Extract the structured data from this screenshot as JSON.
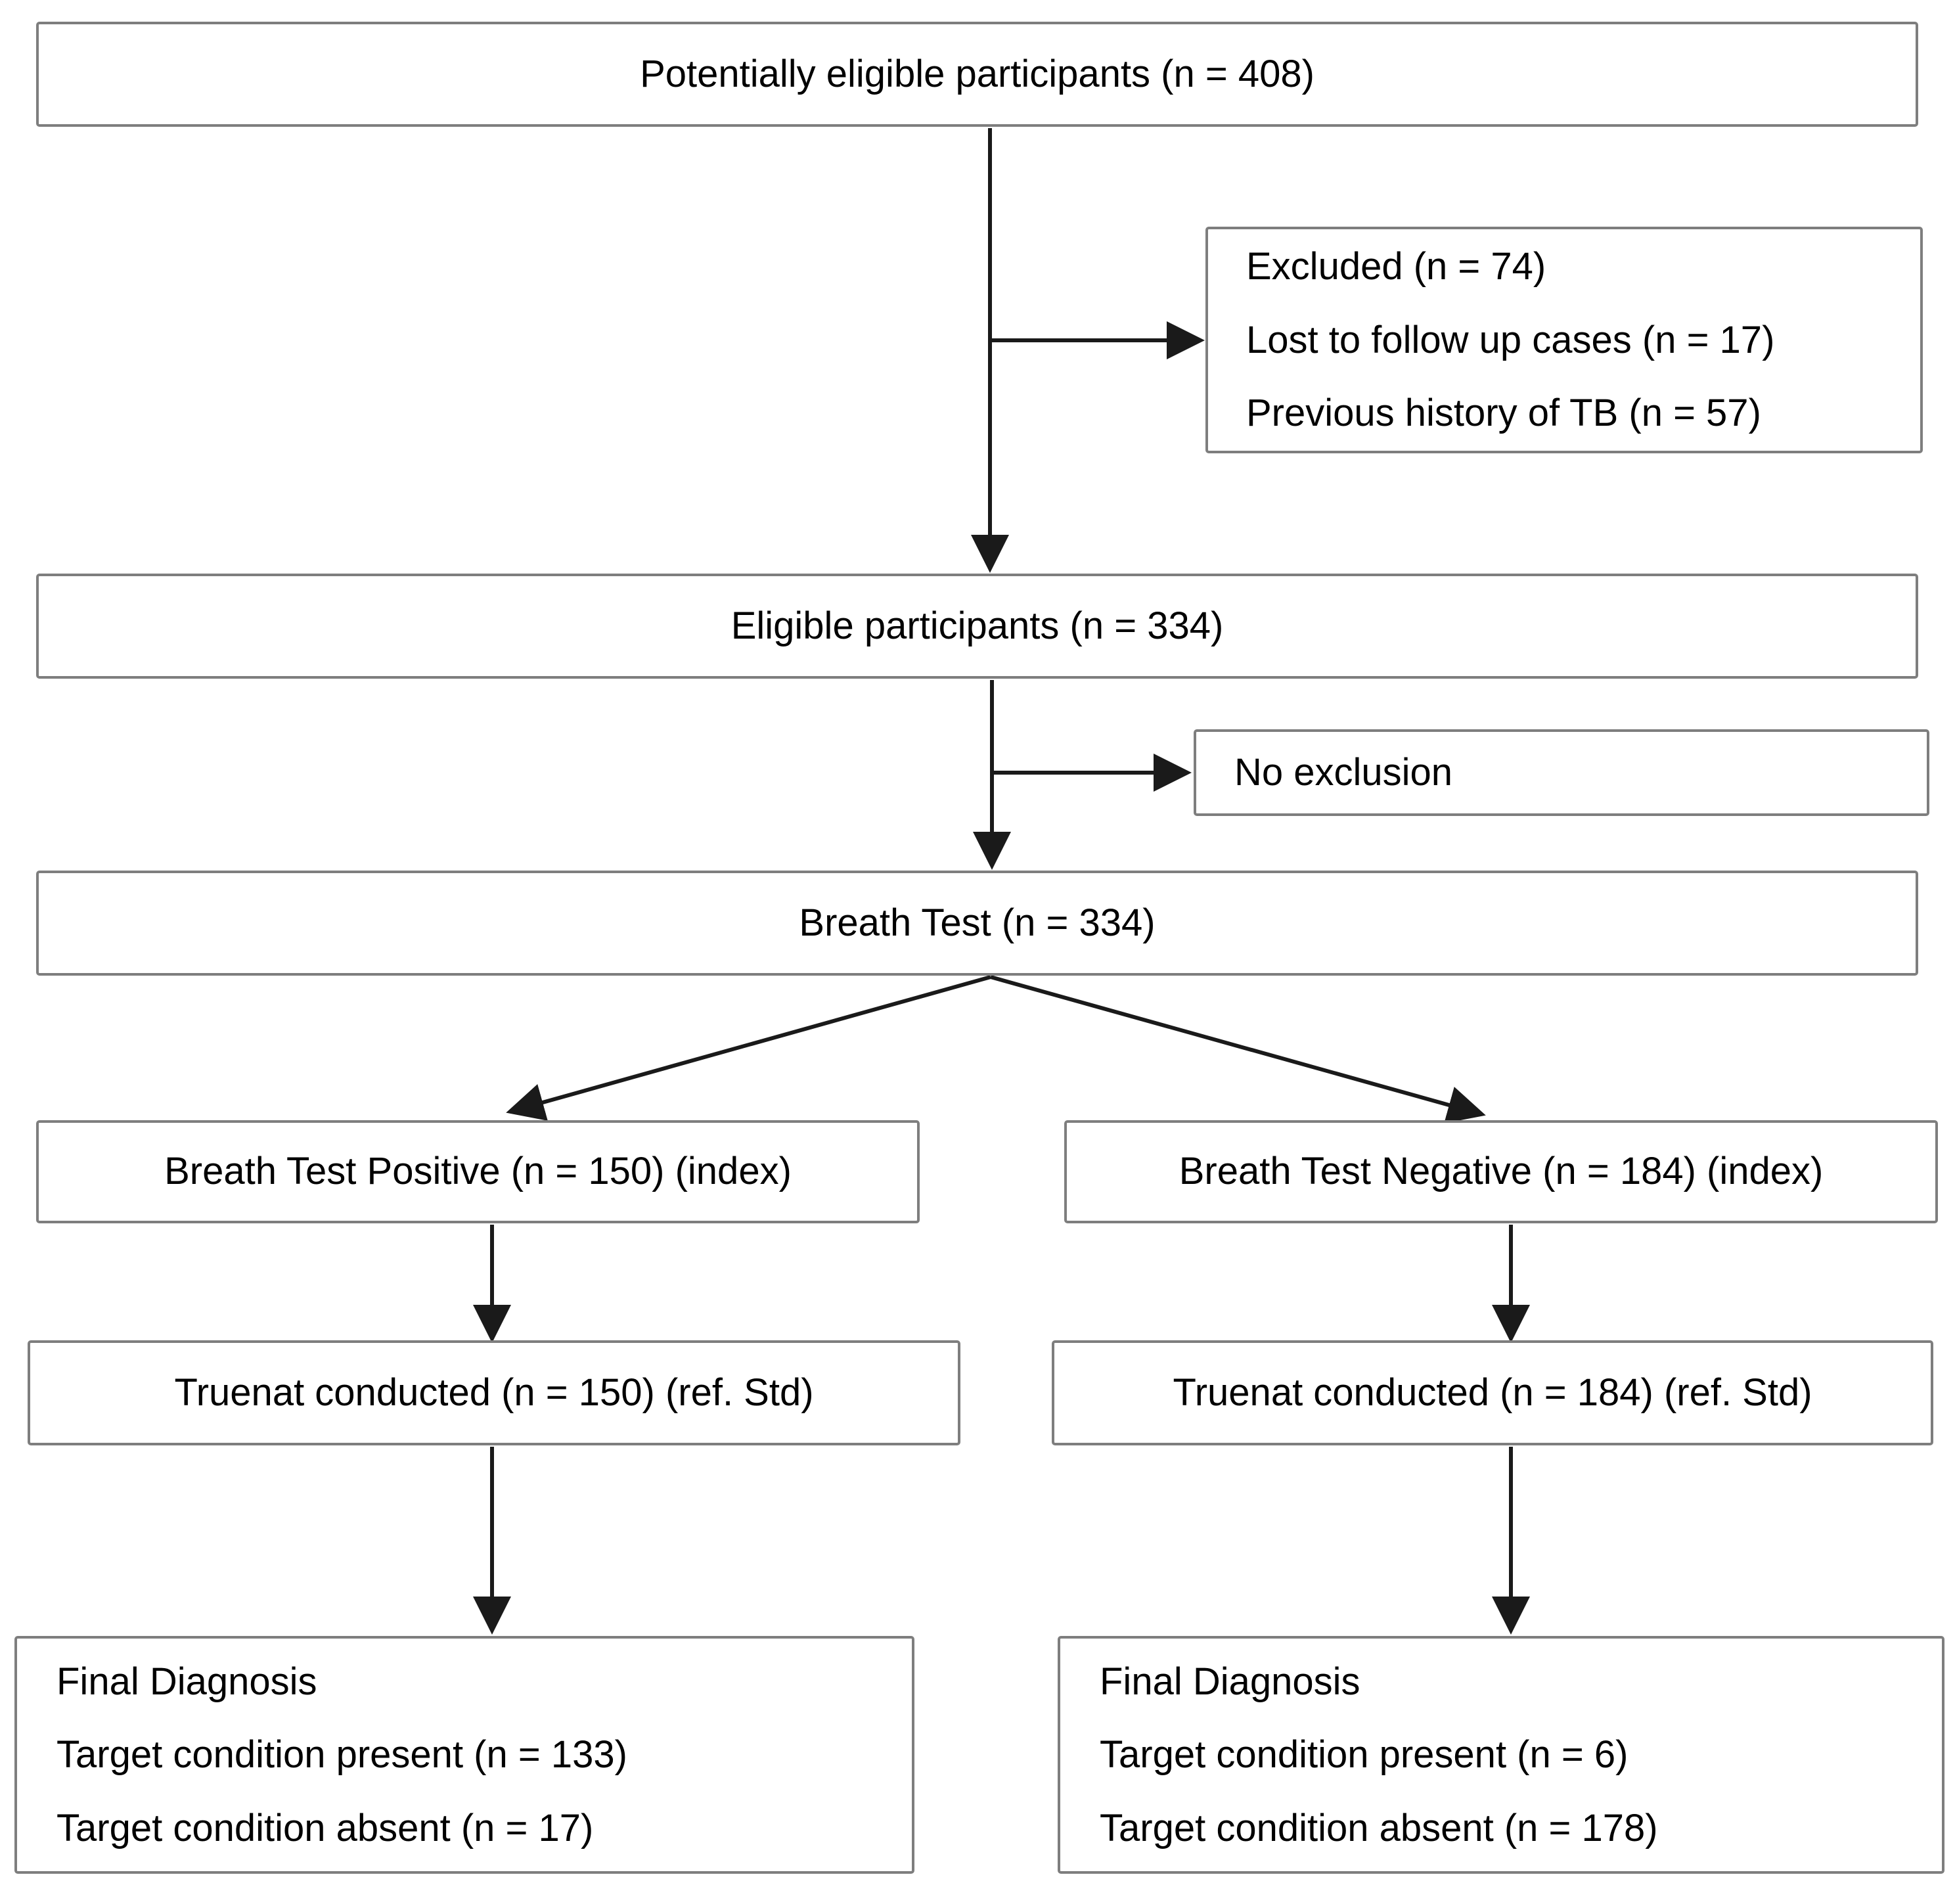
{
  "flowchart": {
    "potentially_eligible": "Potentially eligible participants (n = 408)",
    "excluded_lines": [
      "Excluded (n = 74)",
      "Lost to follow up cases (n = 17)",
      "Previous history of TB (n = 57)"
    ],
    "eligible": "Eligible participants (n = 334)",
    "no_exclusion": "No exclusion",
    "breath_test": "Breath Test (n = 334)",
    "breath_test_positive": "Breath Test Positive (n = 150) (index)",
    "breath_test_negative": "Breath Test Negative (n = 184) (index)",
    "truenat_positive": "Truenat conducted (n = 150) (ref. Std)",
    "truenat_negative": "Truenat conducted (n = 184) (ref. Std)",
    "final_diagnosis_positive_lines": [
      "Final Diagnosis",
      "Target condition present (n = 133)",
      "Target condition absent (n = 17)"
    ],
    "final_diagnosis_negative_lines": [
      "Final Diagnosis",
      "Target condition present (n = 6)",
      "Target condition absent (n = 178)"
    ]
  },
  "colors": {
    "box_border": "#7e7e7e",
    "arrow": "#1a1a1a",
    "background": "#ffffff",
    "text": "#000000"
  }
}
